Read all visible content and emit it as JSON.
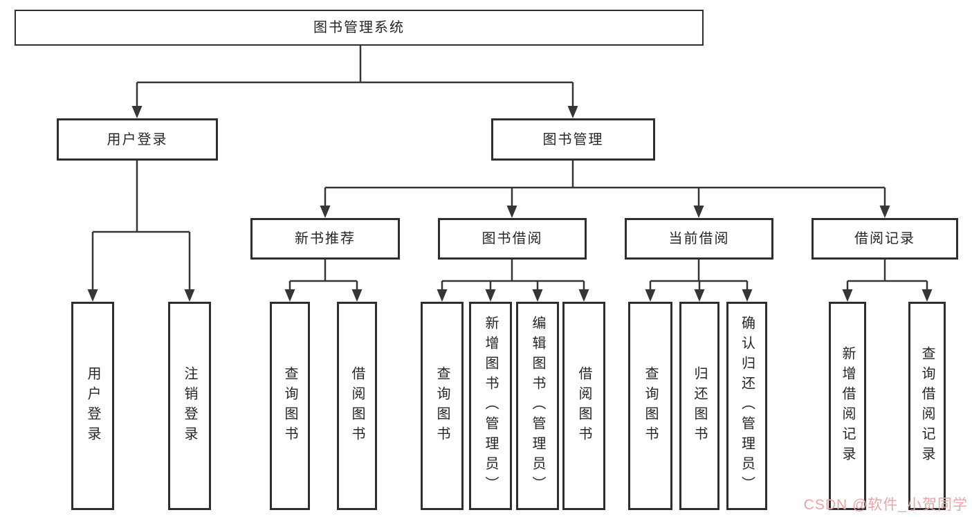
{
  "diagram": {
    "nodes": {
      "root": "图书管理系统",
      "user_login": "用户登录",
      "book_mgmt": "图书管理",
      "new_book_rec": "新书推荐",
      "book_borrow": "图书借阅",
      "current_borrow": "当前借阅",
      "borrow_records": "借阅记录",
      "leaf_user_login": "用户登录",
      "leaf_logout": "注销登录",
      "leaf_nb_query": "查询图书",
      "leaf_nb_borrow": "借阅图书",
      "leaf_bb_query": "查询图书",
      "leaf_bb_add": "新增图书（管理员）",
      "leaf_bb_edit": "编辑图书（管理员）",
      "leaf_bb_borrow": "借阅图书",
      "leaf_cb_query": "查询图书",
      "leaf_cb_return": "归还图书",
      "leaf_cb_confirm": "确认归还（管理员）",
      "leaf_br_add": "新增借阅记录",
      "leaf_br_query": "查询借阅记录"
    },
    "hierarchy": {
      "图书管理系统": [
        "用户登录",
        "图书管理"
      ],
      "用户登录": [
        "用户登录",
        "注销登录"
      ],
      "图书管理": [
        "新书推荐",
        "图书借阅",
        "当前借阅",
        "借阅记录"
      ],
      "新书推荐": [
        "查询图书",
        "借阅图书"
      ],
      "图书借阅": [
        "查询图书",
        "新增图书（管理员）",
        "编辑图书（管理员）",
        "借阅图书"
      ],
      "当前借阅": [
        "查询图书",
        "归还图书",
        "确认归还（管理员）"
      ],
      "借阅记录": [
        "新增借阅记录",
        "查询借阅记录"
      ]
    },
    "watermark": "CSDN @软件_小贺同学",
    "colors": {
      "line": "#363636",
      "box_border": "#2e2e2e",
      "text": "#262626",
      "watermark": "#eda4a4",
      "background": "#ffffff"
    }
  }
}
